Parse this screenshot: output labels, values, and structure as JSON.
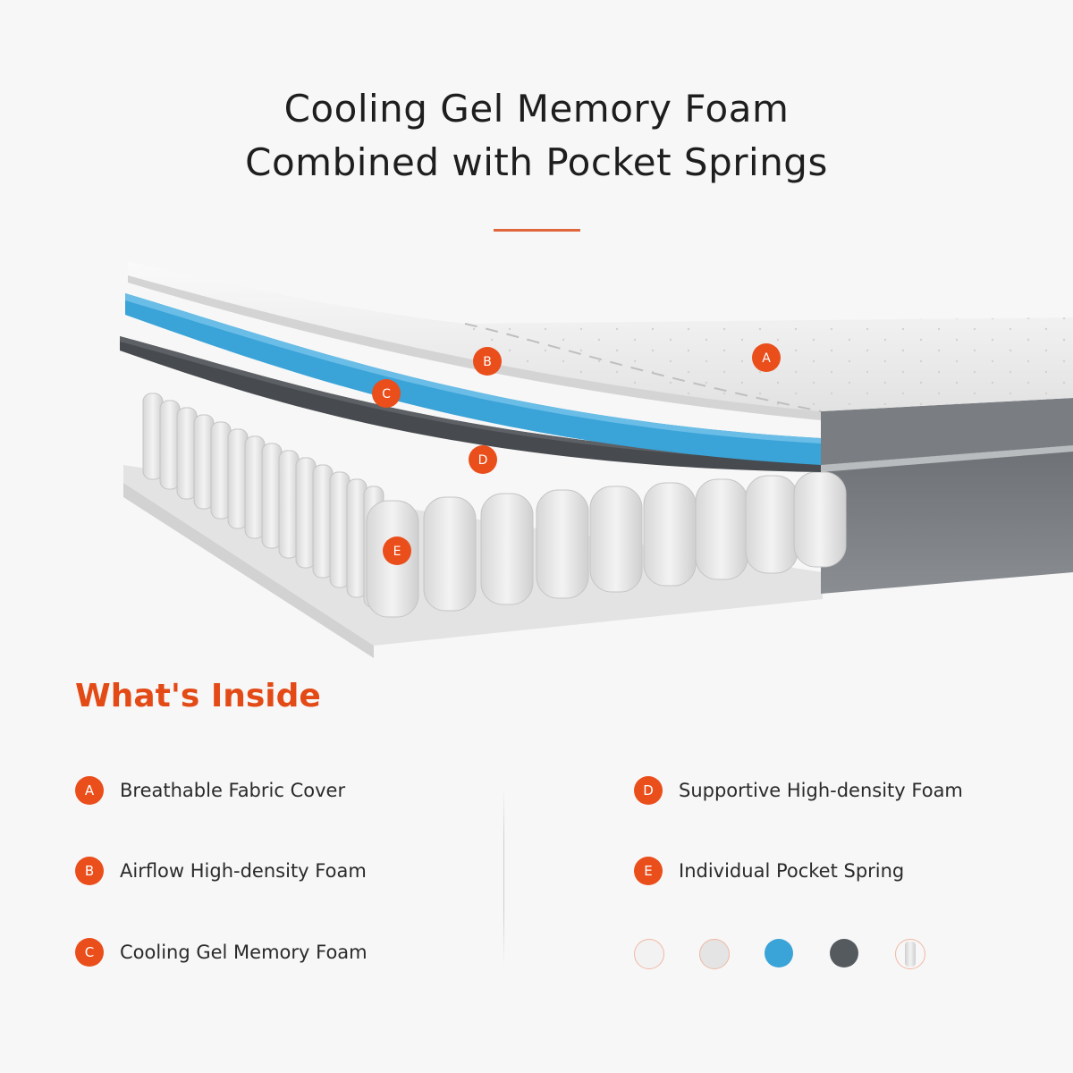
{
  "title": {
    "line1": "Cooling Gel Memory Foam",
    "line2": "Combined with Pocket Springs"
  },
  "colors": {
    "accent": "#ea4e1b",
    "cooling_gel": "#3aa3d8",
    "support_foam": "#555a5e",
    "fabric": "#e9e9e9"
  },
  "diagram_markers": {
    "a": "A",
    "b": "B",
    "c": "C",
    "d": "D",
    "e": "E"
  },
  "section": {
    "heading": "What's Inside"
  },
  "layers": [
    {
      "letter": "A",
      "label": "Breathable Fabric Cover"
    },
    {
      "letter": "B",
      "label": "Airflow High-density Foam"
    },
    {
      "letter": "C",
      "label": "Cooling Gel Memory Foam"
    },
    {
      "letter": "D",
      "label": "Supportive High-density Foam"
    },
    {
      "letter": "E",
      "label": "Individual Pocket Spring"
    }
  ],
  "swatches": [
    {
      "name": "fabric-cover-swatch-icon",
      "color": "#eeeeee"
    },
    {
      "name": "airflow-foam-swatch-icon",
      "color": "#dedede"
    },
    {
      "name": "cooling-gel-swatch-icon",
      "color": "#3aa3d8"
    },
    {
      "name": "support-foam-swatch-icon",
      "color": "#555a5e"
    },
    {
      "name": "pocket-spring-swatch-icon",
      "color": "#d8d8d8"
    }
  ]
}
